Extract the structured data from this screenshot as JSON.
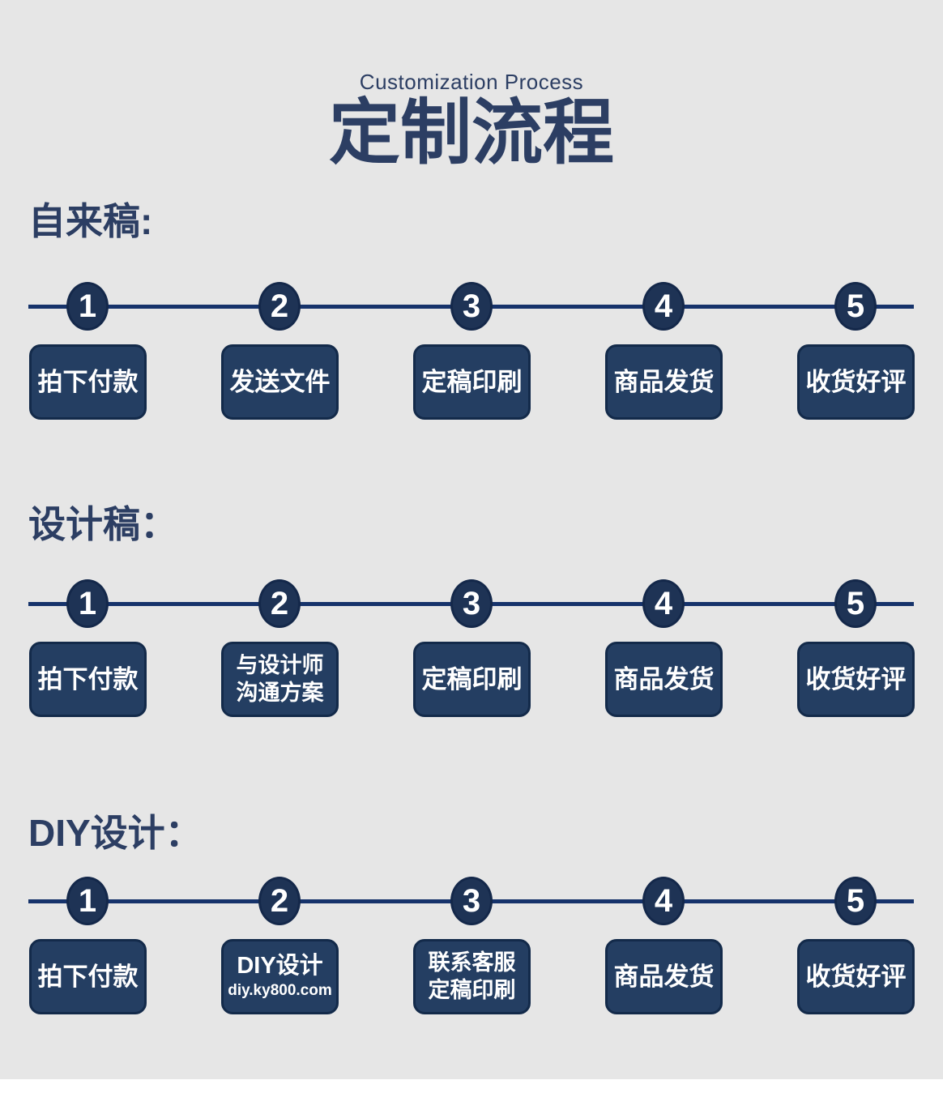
{
  "header": {
    "subtitle": "Customization Process",
    "title": "定制流程"
  },
  "sections": [
    {
      "heading": "自来稿:",
      "steps": [
        {
          "number": "1",
          "lines": [
            "拍下付款"
          ]
        },
        {
          "number": "2",
          "lines": [
            "发送文件"
          ]
        },
        {
          "number": "3",
          "lines": [
            "定稿印刷"
          ]
        },
        {
          "number": "4",
          "lines": [
            "商品发货"
          ]
        },
        {
          "number": "5",
          "lines": [
            "收货好评"
          ]
        }
      ]
    },
    {
      "heading": "设计稿：",
      "steps": [
        {
          "number": "1",
          "lines": [
            "拍下付款"
          ]
        },
        {
          "number": "2",
          "lines": [
            "与设计师",
            "沟通方案"
          ]
        },
        {
          "number": "3",
          "lines": [
            "定稿印刷"
          ]
        },
        {
          "number": "4",
          "lines": [
            "商品发货"
          ]
        },
        {
          "number": "5",
          "lines": [
            "收货好评"
          ]
        }
      ]
    },
    {
      "heading": "DIY设计：",
      "steps": [
        {
          "number": "1",
          "lines": [
            "拍下付款"
          ]
        },
        {
          "number": "2",
          "lines": [
            "DIY设计"
          ],
          "sub": "diy.ky800.com"
        },
        {
          "number": "3",
          "lines": [
            "联系客服",
            "定稿印刷"
          ]
        },
        {
          "number": "4",
          "lines": [
            "商品发货"
          ]
        },
        {
          "number": "5",
          "lines": [
            "收货好评"
          ]
        }
      ]
    }
  ],
  "colors": {
    "background": "#e6e6e6",
    "footer_strip": "#ffffff",
    "heading_text": "#2c3e63",
    "timeline_line": "#16336b",
    "circle_fill": "#1e3355",
    "circle_border": "#14284a",
    "box_fill": "#243e62",
    "box_border": "#132a4a",
    "box_text": "#ffffff"
  }
}
